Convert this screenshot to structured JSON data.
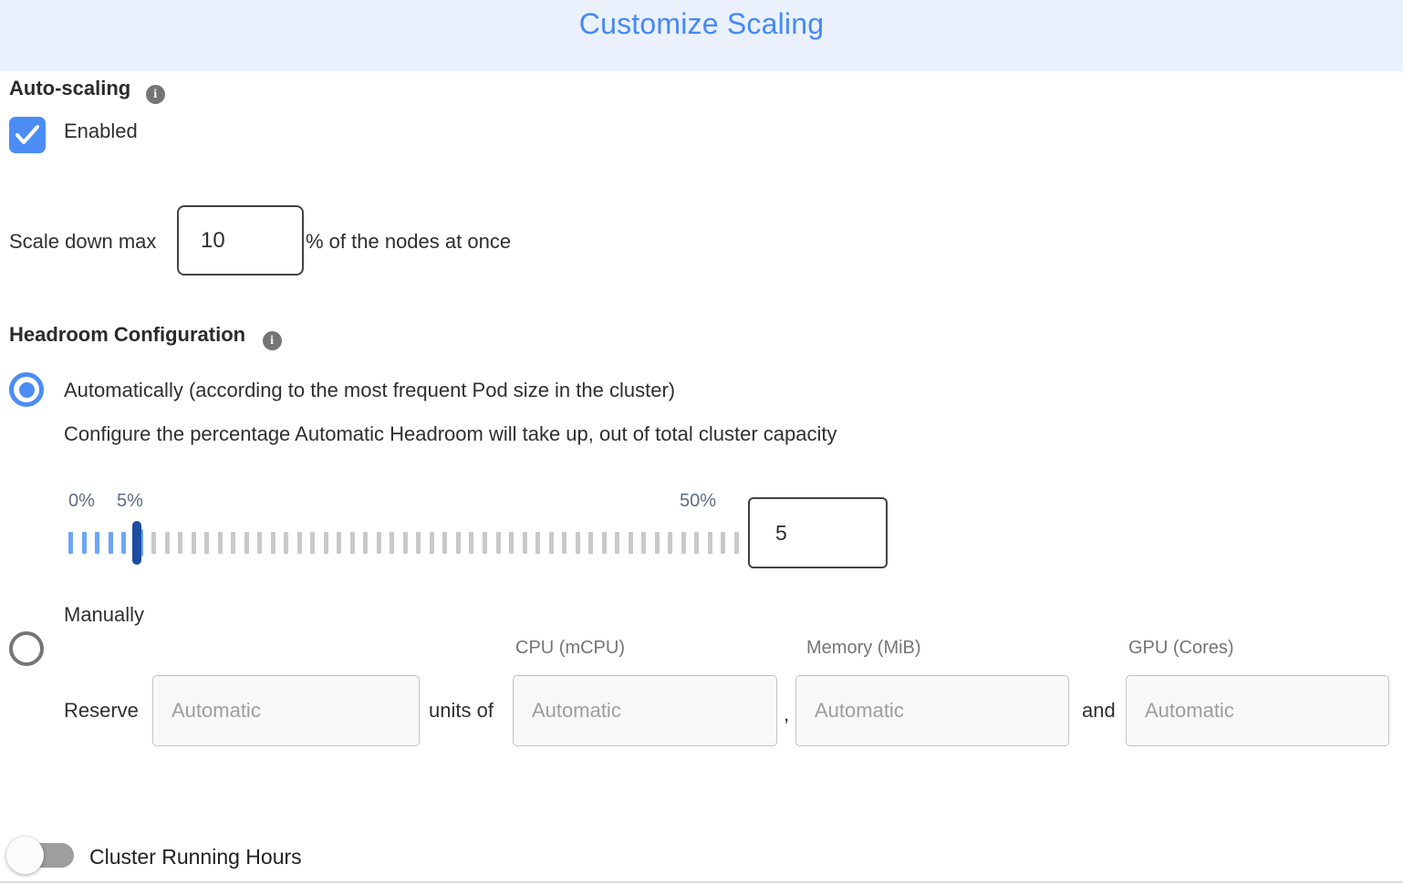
{
  "header": {
    "title": "Customize Scaling"
  },
  "colors": {
    "header_bg": "#EAF1FC",
    "title_blue": "#4589F5",
    "control_blue": "#4C8DF5",
    "slider_handle_navy": "#1C4DA1",
    "slider_tick_blue": "#6CA6F7",
    "slider_tick_gray": "#C9C9C9",
    "placeholder_gray": "#9E9E9E"
  },
  "auto_scaling": {
    "label": "Auto-scaling",
    "checkbox_label": "Enabled",
    "checked": true
  },
  "scale_down": {
    "prefix_label": "Scale down max",
    "value": "10",
    "suffix_label": "% of the nodes at once"
  },
  "headroom": {
    "label": "Headroom Configuration",
    "auto_option_label": "Automatically (according to the most frequent Pod size in the cluster)",
    "auto_option_selected": true,
    "auto_description": "Configure the percentage Automatic Headroom will take up, out of total cluster capacity",
    "slider": {
      "min_label": "0%",
      "current_label": "5%",
      "max_label": "50%",
      "value": "5",
      "tick_count": 51,
      "filled_tick_count": 5,
      "handle_index": 5
    },
    "manual_option_label": "Manually",
    "manual_option_selected": false,
    "manual": {
      "column_headers": [
        "CPU (mCPU)",
        "Memory (MiB)",
        "GPU (Cores)"
      ],
      "reserve_label": "Reserve",
      "units_of_label": "units of",
      "comma_label": ",",
      "and_label": "and",
      "inputs": [
        {
          "placeholder": "Automatic",
          "value": ""
        },
        {
          "placeholder": "Automatic",
          "value": ""
        },
        {
          "placeholder": "Automatic",
          "value": ""
        },
        {
          "placeholder": "Automatic",
          "value": ""
        }
      ]
    }
  },
  "cluster_running_hours": {
    "label": "Cluster Running Hours",
    "enabled": false
  }
}
